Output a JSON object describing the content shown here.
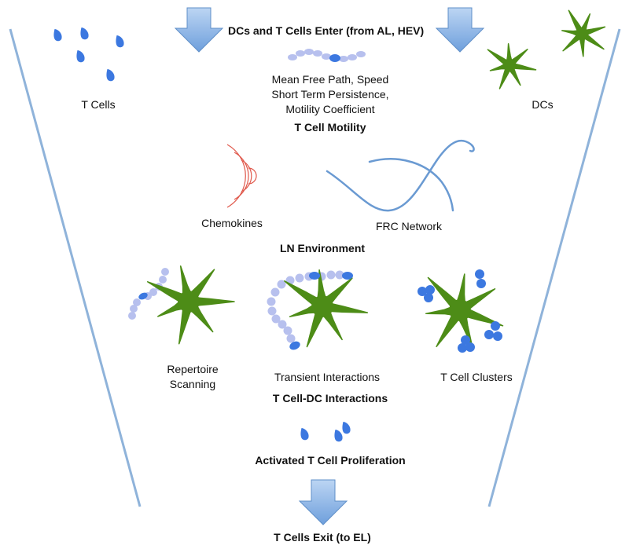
{
  "labels": {
    "entry_title": "DCs and T Cells Enter (from AL, HEV)",
    "t_cells": "T Cells",
    "dcs": "DCs",
    "motility_line1": "Mean Free Path, Speed",
    "motility_line2": "Short Term Persistence,",
    "motility_line3": "Motility Coefficient",
    "motility_title": "T Cell Motility",
    "chemokines": "Chemokines",
    "frc_network": "FRC Network",
    "ln_environment": "LN Environment",
    "repertoire_line1": "Repertoire",
    "repertoire_line2": "Scanning",
    "transient": "Transient Interactions",
    "clusters": "T Cell Clusters",
    "interactions_title": "T Cell-DC Interactions",
    "proliferation_title": "Activated T Cell Proliferation",
    "exit_title": "T Cells Exit (to EL)"
  },
  "colors": {
    "arrow_fill": "#8db5e6",
    "arrow_stroke": "#5f8fc8",
    "funnel_line": "#8fb3da",
    "t_cell": "#3c78e0",
    "trail": "#b7c0ee",
    "dc": "#4d8c17",
    "chemokine": "#e0584b",
    "frc": "#6a9ad2"
  },
  "icons": {
    "down_arrow": "block-down-arrow-icon",
    "t_cell": "t-cell-drop-icon",
    "dc": "dendritic-cell-icon",
    "chemokine": "chemokine-wave-icon",
    "frc": "frc-fiber-icon"
  }
}
